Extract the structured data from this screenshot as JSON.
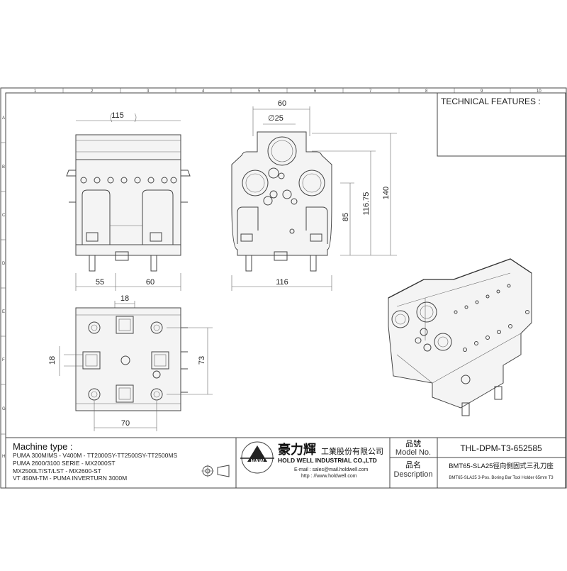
{
  "grid": {
    "columns": [
      "1",
      "2",
      "3",
      "4",
      "5",
      "6",
      "7",
      "8",
      "9",
      "10"
    ],
    "rows": [
      "A",
      "B",
      "C",
      "D",
      "E",
      "F",
      "G",
      "H"
    ]
  },
  "dims": {
    "front_width": "115",
    "front_left": "55",
    "front_right": "60",
    "side_top": "60",
    "side_bore": "∅25",
    "side_width": "116",
    "side_h1": "85",
    "side_h2": "116.75",
    "side_h3": "140",
    "top_slot": "18",
    "top_left": "18",
    "top_height": "73",
    "top_width": "70"
  },
  "tech": {
    "title": "TECHNICAL FEATURES :"
  },
  "machine": {
    "title": "Machine type :",
    "lines": [
      "PUMA 300M/MS - V400M - TT2000SY-TT2500SY-TT2500MS",
      "PUMA 2600/3100 SERIE - MX2000ST",
      "MX2500LT/ST/LST - MX2600-ST",
      "VT 450M-TM - PUMA INVERTURN 3000M"
    ]
  },
  "company": {
    "name_cn": "豪力輝",
    "name_cn_sub": "工業股份有限公司",
    "name_en": "HOLD WELL INDUSTRIAL CO.,LTD",
    "email": "E-mail : sales@mail.holdwell.com",
    "web": "http : //www.holdwell.com",
    "logo_text": "HAW"
  },
  "model": {
    "label_cn": "品號",
    "label_en": "Model No.",
    "value": "THL-DPM-T3-652585"
  },
  "description": {
    "label_cn": "品名",
    "label_en": "Description",
    "value_cn": "BMT65-SLA25徑向側固式三孔刀座",
    "value_en": "BMT65-SLA25 3-Pos. Boring Bar Tool Holder 65mm T3"
  }
}
